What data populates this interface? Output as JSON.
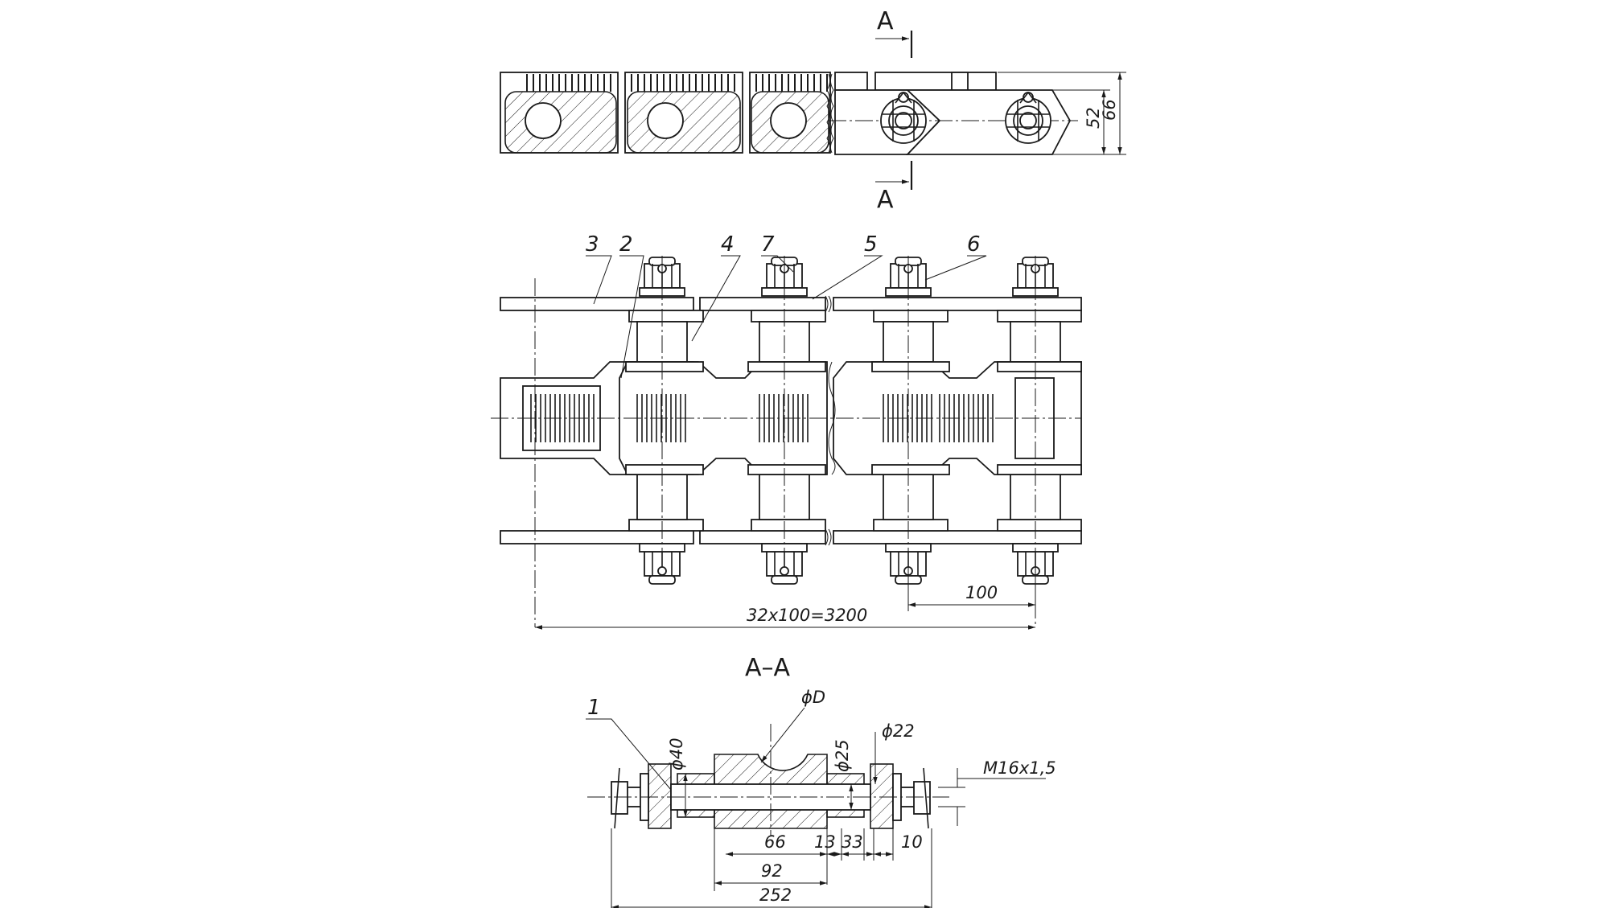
{
  "section_marks": {
    "top": "A",
    "bottom": "A",
    "section_title": "A–A"
  },
  "leaders": [
    "1",
    "2",
    "3",
    "4",
    "5",
    "6",
    "7"
  ],
  "dimensions": {
    "height_inner": "52",
    "height_outer": "66",
    "pitch": "100",
    "total_length": "32x100=3200",
    "dia_roller": "ϕD",
    "dia_40": "ϕ40",
    "dia_25": "ϕ25",
    "dia_22": "ϕ22",
    "thread": "M16x1,5",
    "w_66": "66",
    "w_13": "13",
    "w_33": "33",
    "w_10": "10",
    "w_92": "92",
    "w_252": "252"
  },
  "colors": {
    "line": "#1a1a1a",
    "background": "#ffffff",
    "fill": "#d9d9d9"
  }
}
